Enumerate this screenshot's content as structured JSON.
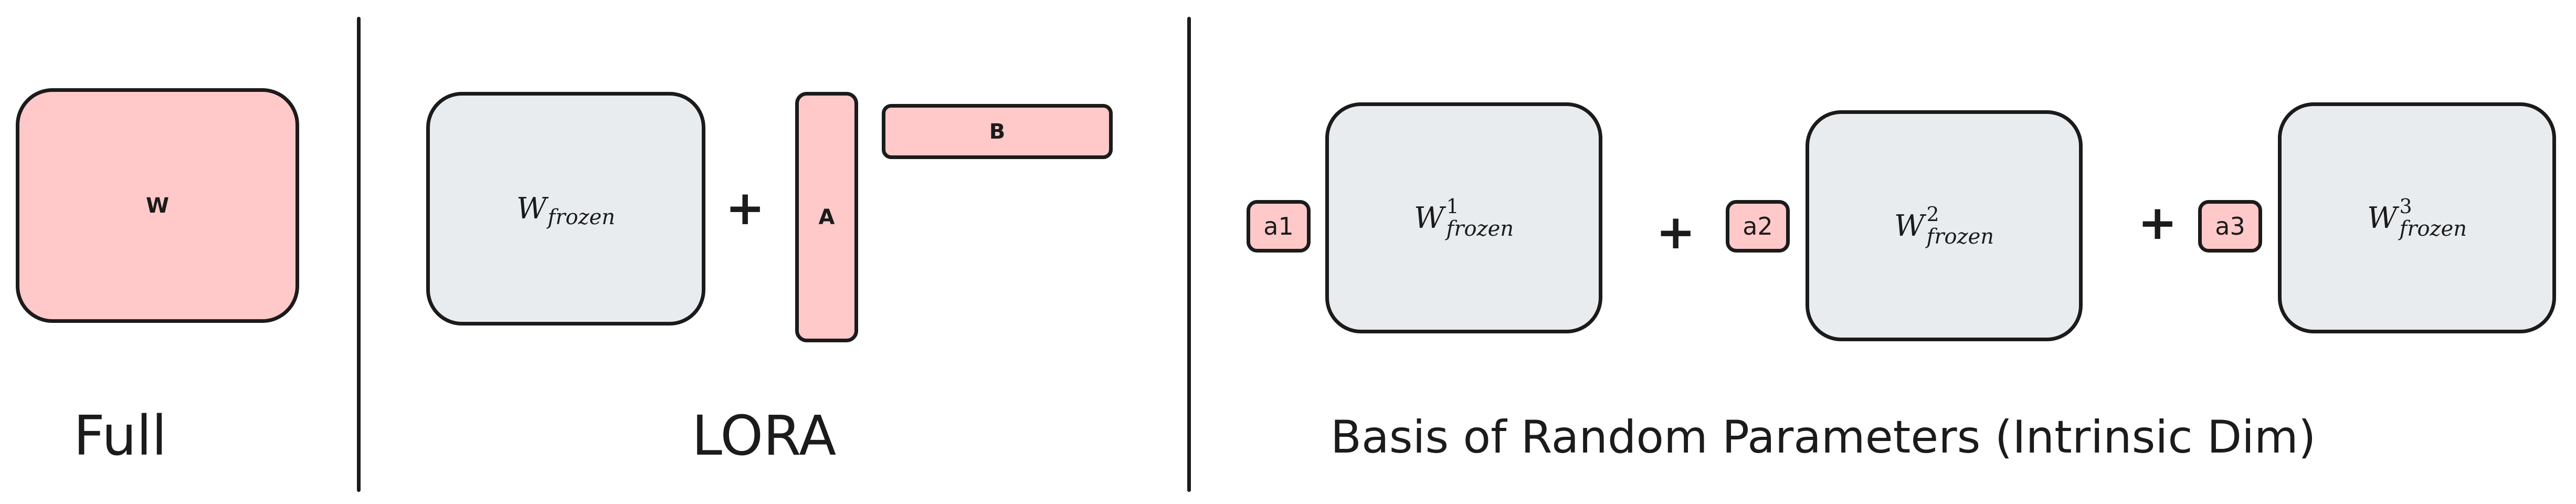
{
  "sections": {
    "full": {
      "caption": "Full",
      "matrix_label": "W"
    },
    "lora": {
      "caption": "LORA",
      "frozen_base": "W",
      "frozen_sub": "frozen",
      "plus": "+",
      "a_label": "A",
      "b_label": "B"
    },
    "basis": {
      "caption": "Basis of Random Parameters (Intrinsic Dim)",
      "terms": [
        {
          "coef": "a1",
          "base": "W",
          "sup": "1",
          "sub": "frozen"
        },
        {
          "coef": "a2",
          "base": "W",
          "sup": "2",
          "sub": "frozen"
        },
        {
          "coef": "a3",
          "base": "W",
          "sup": "3",
          "sub": "frozen"
        }
      ],
      "plus_signs": [
        "+",
        "+"
      ]
    }
  },
  "colors": {
    "trainable": "#ffc9c9",
    "frozen": "#e9ecef",
    "stroke": "#1b1b1b"
  }
}
